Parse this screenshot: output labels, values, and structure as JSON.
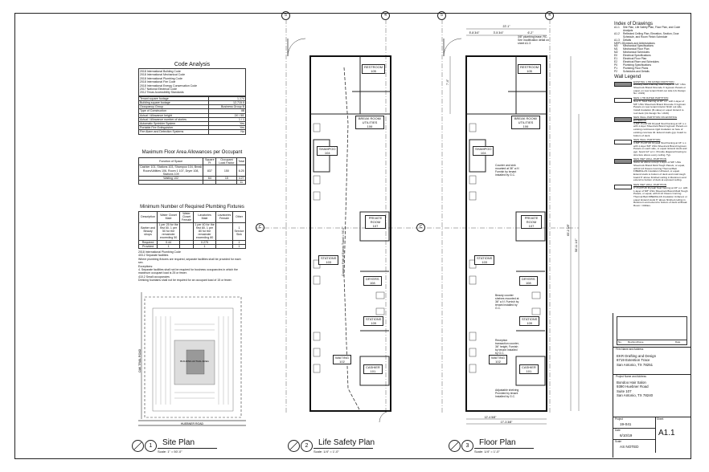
{
  "code_analysis": {
    "title": "Code Analysis",
    "codes": [
      "2018 International Building Code",
      "2018 International Mechanical Code",
      "2018 International Plumbing Code",
      "2018 International Fire Code",
      "2018 International Energy Conservation Code",
      "2017 National Electrical Code",
      "2012 Texas Accessibility Standards"
    ],
    "rows": [
      [
        "Tenant square footage",
        "1,174"
      ],
      [
        "Building square footage",
        "12,715.5"
      ],
      [
        "Occupancy Group",
        "Business Group B"
      ],
      [
        "Type of Construction",
        "IIB"
      ],
      [
        "Actual / Allowance height",
        "24' / 55'"
      ],
      [
        "Actual / Allowance number of stories",
        "1 / 1"
      ],
      [
        "Automatic Sprinkler System",
        "Yes"
      ],
      [
        "Portable Fire Extinguisher",
        "Yes"
      ],
      [
        "Fire Alarm and Detection Systems",
        "No"
      ]
    ]
  },
  "floor_area": {
    "title": "Maximum Floor Area Allowances per Occupant",
    "headers": [
      "Function of Space",
      "Square Ft",
      "Occupant Load Factor",
      "Total"
    ],
    "rows": [
      [
        "Cashier 101, Stations 103, Shampoo 104, Break Room/Utilities 106, Room 1 107, Dryer 108, Stations 109",
        "837",
        "150",
        "6.25"
      ],
      [
        "Waiting 102",
        "64",
        "15",
        "4.27"
      ],
      [
        "",
        "",
        "",
        "11"
      ]
    ]
  },
  "plumbing": {
    "title": "Minimum Number of Required Plumbing Fixtures",
    "headers": [
      "Description",
      "Water Closet Male",
      "Water Closet Female",
      "Lavatories Male",
      "Lavatories Female",
      "Other"
    ],
    "rows": [
      [
        "Barber and Beauty shops",
        "1 per 25 for the first 50, 1 per 50 for the remainder exceeding 50",
        "",
        "1 per 40 for the first 80, 1 per 80 for the remainder exceeding 80",
        "",
        "1 Service Sink"
      ],
      [
        "Required",
        "0.44",
        "",
        "0.275",
        "",
        "1"
      ],
      [
        "Provided",
        "1",
        "",
        "1",
        "",
        "1"
      ]
    ],
    "notes": [
      "2018 International Plumbing Code",
      "403.2 Separate facilities",
      "Where plumbing fixtures are required, separate facilities shall be provided for each sex.",
      "Exceptions:",
      "4. Separate facilities shall not be required for business occupancies in which the maximum occupant load is 25 or fewer.",
      "410.2 Small occupancies",
      "Drinking fountains shall not be required for an occupant load of 15 or fewer."
    ]
  },
  "site_plan": {
    "road_bottom": "HUEBNER ROAD",
    "road_left": "OAK TRAIL ROAD",
    "building_label": "BUILDING ACTUAL AREA"
  },
  "views": [
    {
      "num": "1",
      "title": "Site Plan",
      "scale": "Scale:   1\" = 50'-0\""
    },
    {
      "num": "2",
      "title": "Life Safety Plan",
      "scale": "Scale:   1/4\" = 1'-0\""
    },
    {
      "num": "3",
      "title": "Floor Plan",
      "scale": "Scale:   1/4\" = 1'-0\""
    }
  ],
  "grid_labels": [
    "5",
    "4",
    "C",
    "C",
    "5",
    "4"
  ],
  "rooms": [
    "RESTROOM",
    "BREAK ROOM/ UTILITIES",
    "SHAMPOO",
    "PRIVATE ROOM",
    "STATIONS",
    "DRYERS",
    "STATIONS",
    "CASHIER",
    "WAITING"
  ],
  "room_numbers": [
    "105",
    "106",
    "104",
    "107",
    "103",
    "108",
    "109",
    "101",
    "102"
  ],
  "life_safety_note": "Common Path of Egress Travel = 94'-0\"",
  "floor_notes": [
    "3/8\" plumbing lease, RC. See modification detail on sheet A1.3",
    "Counter and sink mounted at 36\" a.f.f. Furnish by tenant Installed by G.C.",
    "Beauty counter shelves mounted at 36\" a.f.f. Furnish by tenant Installed by G.C.",
    "Reception transaction counter, 36\" height, Furnish by tenant Installed by G.C.",
    "Adjustable shelving Provided by tenant Installed by G.C."
  ],
  "dimensions": [
    "22'-1\"",
    "5'-8 3/4\"",
    "3'-5 3/4\"",
    "6'-2\"",
    "65'-2 3/8\"",
    "58'-11 1/4\"",
    "12'-4 5/8\"",
    "17'-3 3/8\"",
    "7'-4\""
  ],
  "index": {
    "title": "Index of Drawings",
    "items": [
      [
        "A1.1",
        "Site Plan, Life Safety Plan, Floor Plan, and Code Analysis"
      ],
      [
        "A1.2",
        "Reflected Ceiling Plan, Elevation, Section, Door Schedule, and Room Finish Schedule"
      ],
      [
        "A1.3",
        "Details"
      ],
      [
        "MEP1.1",
        "Symbols and Abbreviations"
      ],
      [
        "M0",
        "Mechanical Specifications"
      ],
      [
        "M1",
        "Mechanical Floor Plan"
      ],
      [
        "M2",
        "Mechanical Schedules"
      ],
      [
        "E0",
        "Electrical Specifications"
      ],
      [
        "E1",
        "Electrical Floor Plan"
      ],
      [
        "E2",
        "Electrical Riser and Schedules"
      ],
      [
        "P0",
        "Plumbing Specifications"
      ],
      [
        "P1",
        "Plumbing Floor Plans"
      ],
      [
        "P2",
        "Schedules and Details"
      ]
    ]
  },
  "wall_legend": {
    "title": "Wall Legend",
    "items": [
      {
        "name": "EXISTING 1 HR RATED PARTITION",
        "desc": "Existing Stud Framing. Add 1-layer of 5/8\" USG Sheetrock Brand Firecode X Gypsum Panels or equal, on new tenant finish out side (UL Design No. U419)"
      },
      {
        "name": "NEW 1 HR RATED PARTITION",
        "desc": "New 6\" Stud framing at 16\" o.c. with 1-layer of 5/8\" USG Sheetrock Brand Firecode X Gypsum Panels on new tenant interior finish out side. Install insulation (R-value) or equal. Extend to roof deck (UL Design No. U419)"
      },
      {
        "name": "NEW WALL PARTITION ON EXISTING EXTERIOR",
        "desc": "3-5/8\" ProSTUD Drywall Stud framing at 16\" o.c. with 1-layer Sheetrock Brand Gypsum Panels on existing continuous rigid insulation on face of existing concrete tilt. Extend studs gyp. board to bottom of deck."
      },
      {
        "name": "NEW WALL PARTITION",
        "desc": "3-5/8\" ProSTUD Drywall Stud framing at 16\" o.c. with 1-layer 5/8\" USG Sheetrock Brand Gypsum Panels on each side, or equal. Extend studs and gyp. board 12\" a.f.c. Provide diagonal bracing to structure above every ceiling. Typ."
      },
      {
        "name": "NEW WET WALL PARTITION",
        "desc": "Same as above except 1-layer of 5/8\" USG Sheetrock Brand Mold Tough Panels, or equal, with R-13 Owens Corning Thermal Batt FIBERGLAS Insulation Unfaced, or equal. Extend studs to bottom of deck and mold tough board 6\" above finished ceiling in Restroom and extend to bottom of deck at exposed ceiling."
      },
      {
        "name": "NEW WET WALL PARTITION",
        "desc": "6\" ProSTUD Drywall Stud framing at 16\" o.c. with 1-layer of 5/8\" USG Sheetrock Brand Mold Tough Panels, or equal, with R-13 Owens Corning Thermal Batt FIBERGLAS Insulation Unfaced, or equal. Extend studs 6\" above finished ceiling in Restroom and extend to bottom of deck at Break Room / Utilities."
      }
    ]
  },
  "title_block": {
    "rev_headers": [
      "No.",
      "Revision/Issue",
      "Date"
    ],
    "firm_label": "Firm Name and Address",
    "firm": [
      "EKR Drafting and Design",
      "8719 Extention Trace",
      "San Antonio, TX 78251"
    ],
    "project_label": "Project Name and Address",
    "project": [
      "Bondoo Hair Salon",
      "9390 Huebner Road",
      "Suite 107",
      "San Antonio, TX 78240"
    ],
    "project_no_label": "Project",
    "project_no": "19-041",
    "sheet_label": "Sheet",
    "sheet": "A1.1",
    "date_label": "Date",
    "date": "6/10/19",
    "scale_label": "Scale",
    "scale": "AS NOTED"
  }
}
